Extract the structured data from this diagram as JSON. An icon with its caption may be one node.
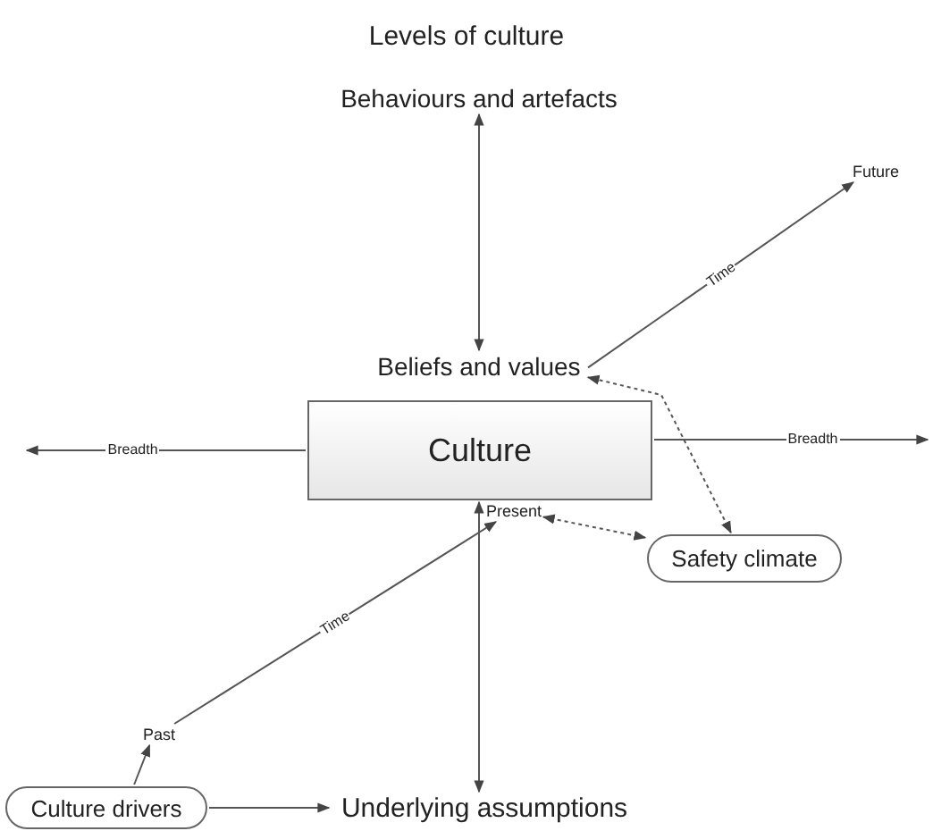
{
  "diagram": {
    "title": "Levels of culture",
    "nodes": [
      {
        "text": [
          "Behaviours and artefacts"
        ]
      },
      {
        "text": [
          "Beliefs and values"
        ]
      },
      {
        "text": [
          "Culture"
        ]
      },
      {
        "text": [
          "Present"
        ]
      },
      {
        "text": [
          "Safety climate"
        ]
      },
      {
        "text": [
          "Future"
        ]
      },
      {
        "text": [
          "Past"
        ]
      },
      {
        "text": [
          "Culture drivers"
        ]
      },
      {
        "text": [
          "Underlying assumptions"
        ]
      }
    ],
    "edges": [
      {
        "from": 0,
        "to": 1,
        "arrow": "both"
      },
      {
        "from": 1,
        "to": 5,
        "arrow": "to",
        "label": "Time"
      },
      {
        "from": 4,
        "to": 1,
        "arrow": "both",
        "style": "dashed"
      },
      {
        "from": 3,
        "to": 4,
        "arrow": "both",
        "style": "dashed"
      },
      {
        "from": 2,
        "to": null,
        "arrow": "to",
        "label": "Breadth"
      },
      {
        "from": 2,
        "to": null,
        "arrow": "to",
        "label": "Breadth"
      },
      {
        "from": 6,
        "to": 3,
        "arrow": "to",
        "label": "Time"
      },
      {
        "from": 8,
        "to": 2,
        "arrow": "both"
      },
      {
        "from": 7,
        "to": 6,
        "arrow": "to"
      },
      {
        "from": 7,
        "to": 8,
        "arrow": "to"
      }
    ]
  }
}
